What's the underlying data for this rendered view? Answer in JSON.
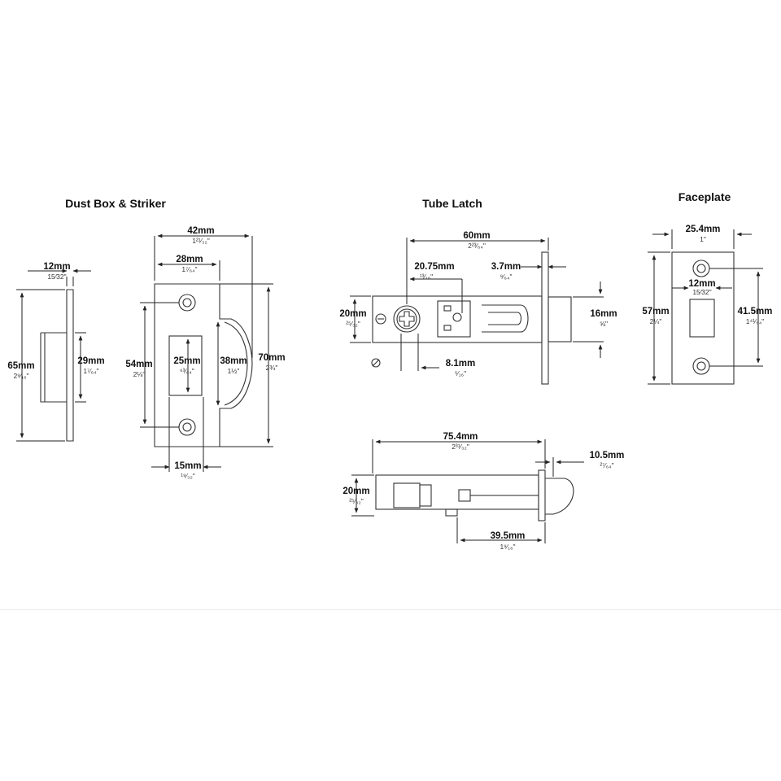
{
  "titles": {
    "dust_box": "Dust Box & Striker",
    "tube_latch": "Tube Latch",
    "faceplate": "Faceplate"
  },
  "dims": {
    "db_width": {
      "mm": "12mm",
      "in": "15⁄32\""
    },
    "db_height": {
      "mm": "65mm",
      "in": "2⁹⁄₁₆\""
    },
    "db_box": {
      "mm": "29mm",
      "in": "1⁷⁄₆₄\""
    },
    "st_width": {
      "mm": "42mm",
      "in": "1²¹⁄₃₂\""
    },
    "st_inner": {
      "mm": "28mm",
      "in": "1⁷⁄₆₄\""
    },
    "st_holes": {
      "mm": "54mm",
      "in": "2⅛\""
    },
    "st_slot": {
      "mm": "25mm",
      "in": "⁶³⁄₆₄\""
    },
    "st_lip": {
      "mm": "38mm",
      "in": "1½\""
    },
    "st_height": {
      "mm": "70mm",
      "in": "2¾\""
    },
    "st_bottom": {
      "mm": "15mm",
      "in": "¹⁹⁄₃₂\""
    },
    "tl_length": {
      "mm": "60mm",
      "in": "2²³⁄₆₄\""
    },
    "tl_spindle": {
      "mm": "20.75mm",
      "in": "¹³⁄₁₆\""
    },
    "tl_plate": {
      "mm": "3.7mm",
      "in": "⁹⁄₆₄\""
    },
    "tl_height": {
      "mm": "20mm",
      "in": "²⁵⁄₃₂\""
    },
    "tl_bolt": {
      "mm": "16mm",
      "in": "⅝\""
    },
    "tl_sq": {
      "mm": "8.1mm",
      "in": "⁵⁄₁₆\""
    },
    "tl2_length": {
      "mm": "75.4mm",
      "in": "2³¹⁄₃₂\""
    },
    "tl2_proj": {
      "mm": "10.5mm",
      "in": "²⁷⁄₆₄\""
    },
    "tl2_height": {
      "mm": "20mm",
      "in": "²⁵⁄₃₂\""
    },
    "tl2_back": {
      "mm": "39.5mm",
      "in": "1⁹⁄₁₆\""
    },
    "fp_width": {
      "mm": "25.4mm",
      "in": "1\""
    },
    "fp_height": {
      "mm": "57mm",
      "in": "2¼\""
    },
    "fp_slot": {
      "mm": "12mm",
      "in": "15⁄32\""
    },
    "fp_holes": {
      "mm": "41.5mm",
      "in": "1⁴¹⁄₆₄\""
    }
  }
}
